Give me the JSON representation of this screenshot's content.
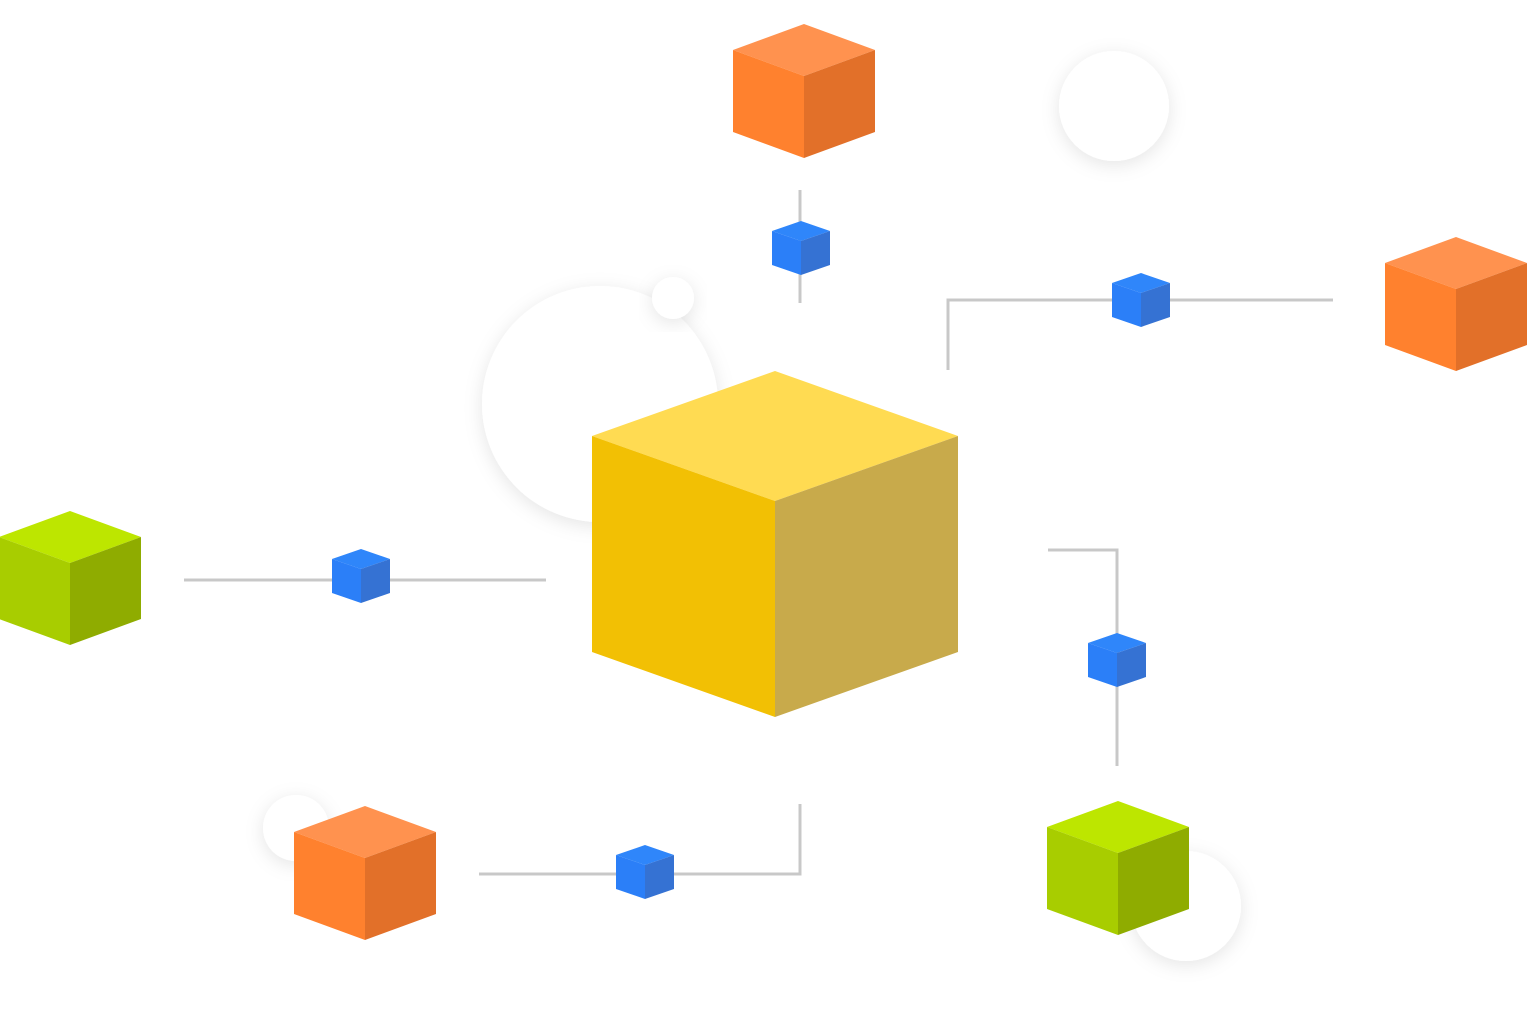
{
  "diagram": {
    "type": "hub-and-spoke block network",
    "colors": {
      "background": "#ffffff",
      "connector": "#c8c8c8",
      "circle": "#ffffff",
      "hub": {
        "top": "#ffdb52",
        "left": "#f2c004",
        "right": "#c8aa4b"
      },
      "orange": {
        "top": "#ff924f",
        "left": "#ff812e",
        "right": "#e27029"
      },
      "green": {
        "top": "#bde600",
        "left": "#a8cd00",
        "right": "#8fac00"
      },
      "blue": {
        "top": "#2f86fa",
        "left": "#2b7ff8",
        "right": "#3572d3"
      }
    },
    "nodes": [
      {
        "id": "hub",
        "kind": "central block",
        "color": "hub"
      },
      {
        "id": "top",
        "kind": "peer block",
        "color": "orange"
      },
      {
        "id": "right",
        "kind": "peer block",
        "color": "orange"
      },
      {
        "id": "left",
        "kind": "peer block",
        "color": "green"
      },
      {
        "id": "bottom-left",
        "kind": "peer block",
        "color": "orange"
      },
      {
        "id": "bottom-right",
        "kind": "peer block",
        "color": "green"
      }
    ],
    "links": [
      {
        "from": "hub",
        "to": "top",
        "connector_color": "blue"
      },
      {
        "from": "hub",
        "to": "right",
        "connector_color": "blue"
      },
      {
        "from": "hub",
        "to": "left",
        "connector_color": "blue"
      },
      {
        "from": "hub",
        "to": "bottom-left",
        "connector_color": "blue"
      },
      {
        "from": "hub",
        "to": "bottom-right",
        "connector_color": "blue"
      }
    ]
  }
}
